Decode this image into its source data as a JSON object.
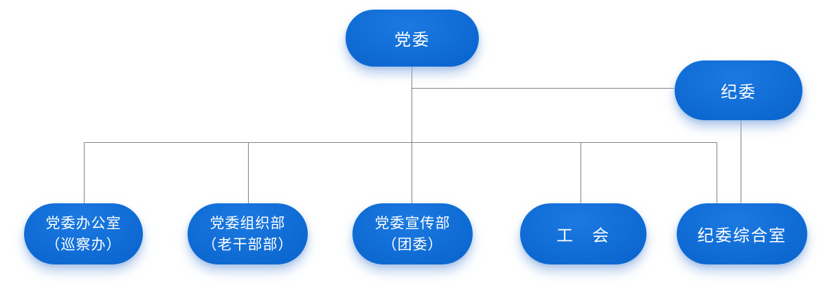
{
  "chart_title": "",
  "nodes": {
    "dangwei": {
      "label": "党委"
    },
    "jiwei": {
      "label": "纪委"
    },
    "dangwei_bangongshi": {
      "line1": "党委办公室",
      "line2": "（巡察办）"
    },
    "dangwei_zuzhibu": {
      "line1": "党委组织部",
      "line2": "（老干部部）"
    },
    "dangwei_xuanchuanbu": {
      "line1": "党委宣传部",
      "line2": "（团委）"
    },
    "gonghui": {
      "label": "工　会"
    },
    "jiwei_zongheshi": {
      "label": "纪委综合室"
    }
  },
  "edges": [
    {
      "from": "党委",
      "to": "纪委"
    },
    {
      "from": "党委",
      "to": "党委办公室（巡察办）"
    },
    {
      "from": "党委",
      "to": "党委组织部（老干部部）"
    },
    {
      "from": "党委",
      "to": "党委宣传部（团委）"
    },
    {
      "from": "党委",
      "to": "工会"
    },
    {
      "from": "党委",
      "to": "纪委综合室"
    },
    {
      "from": "纪委",
      "to": "纪委综合室"
    }
  ],
  "colors": {
    "node-fill": "#0c68d0",
    "node-fill-light": "#1b79e1",
    "node-fill-dark": "#0555ae",
    "node-text": "#ffffff",
    "connector": "#808080",
    "glow": "#a8c6ea",
    "background": "#ffffff"
  }
}
